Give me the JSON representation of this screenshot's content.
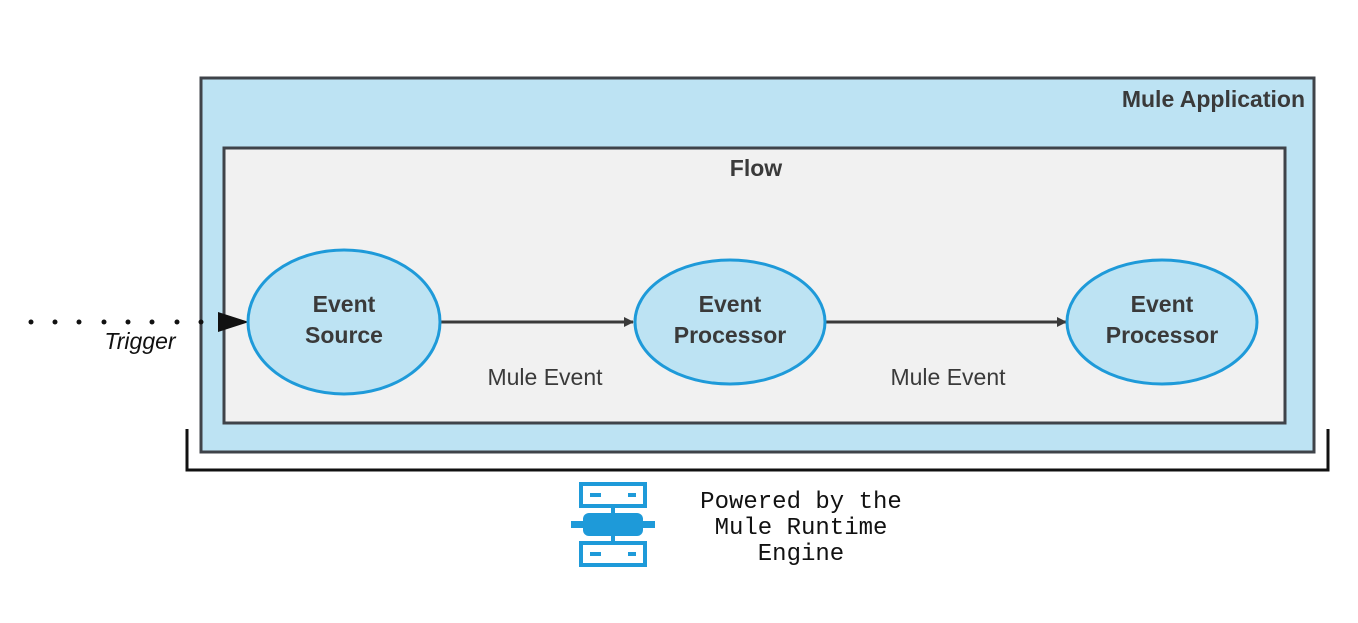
{
  "colors": {
    "app_fill": "#bde3f3",
    "app_stroke": "#3f4349",
    "flow_fill": "#f1f1f1",
    "flow_stroke": "#3f4349",
    "node_stroke": "#1e9ad9",
    "arrow": "#3a3a3a",
    "icon": "#1e9ad9"
  },
  "mule_application": {
    "label": "Mule Application"
  },
  "flow": {
    "label": "Flow"
  },
  "trigger": {
    "label": "Trigger"
  },
  "nodes": {
    "event_source": {
      "line1": "Event",
      "line2": "Source"
    },
    "event_processor_1": {
      "line1": "Event",
      "line2": "Processor"
    },
    "event_processor_2": {
      "line1": "Event",
      "line2": "Processor"
    }
  },
  "edges": {
    "edge1": {
      "label": "Mule Event"
    },
    "edge2": {
      "label": "Mule Event"
    }
  },
  "runtime": {
    "line1": "Powered by the",
    "line2": "Mule Runtime",
    "line3": "Engine",
    "icon": "server-icon"
  }
}
